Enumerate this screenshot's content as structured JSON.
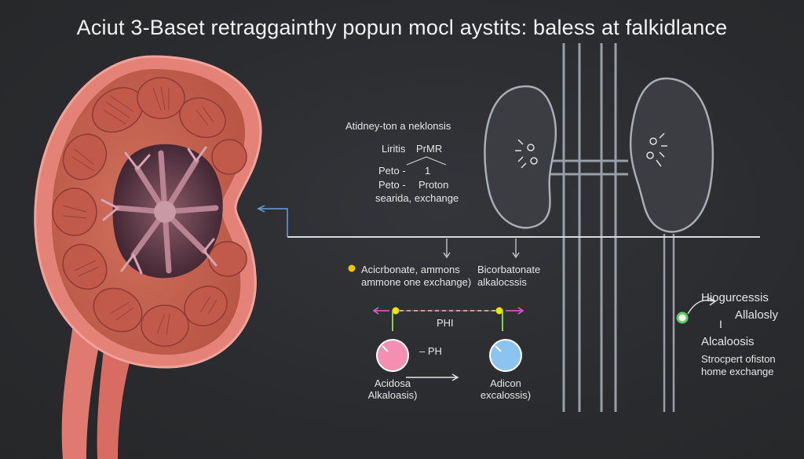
{
  "title": "Aciut 3-Baset retraggainthy popun mocl aystits: baless at falkidlance",
  "labels": {
    "heading_center": "Atidney-ton a neklonsis",
    "liritis": "Liritis",
    "prmr": "PrMR",
    "peto_1": "Peto -",
    "one": "1",
    "peto_2": "Peto -",
    "proton": "Proton",
    "searida": "searida, exchange",
    "acirc_1": "Acicrbonate, ammons",
    "acirc_2": "ammone one exchange)",
    "bicarb_1": "Bicorbatonate",
    "bicarb_2": "alkalocssis",
    "phi": "PHI",
    "ph": "–  PH",
    "acidosa_1": "Acidosa",
    "acidosa_2": "Alkaloasis)",
    "adicon_1": "Adicon",
    "adicon_2": "excalossis)",
    "hiog": "Hiogurcessis",
    "allalosly": "Allalosly",
    "i_mark": "I",
    "alcaloosis": "Alcaloosis",
    "strocpert": "Strocpert ofiston",
    "home_exchange": "home exchange"
  },
  "colors": {
    "kidney_outer": "#e07a70",
    "kidney_inner": "#c9604f",
    "pyramid": "#b5524a",
    "pelvis": "#4a2a36",
    "acid_circle": "#f48fb1",
    "base_circle": "#8cc4f0",
    "dot_yellow": "#f5c400",
    "dot_green": "#5bd05b",
    "line_green": "#c7e85a",
    "line_magenta": "#e25fd8",
    "arrow_blue": "#6aa0d8"
  }
}
